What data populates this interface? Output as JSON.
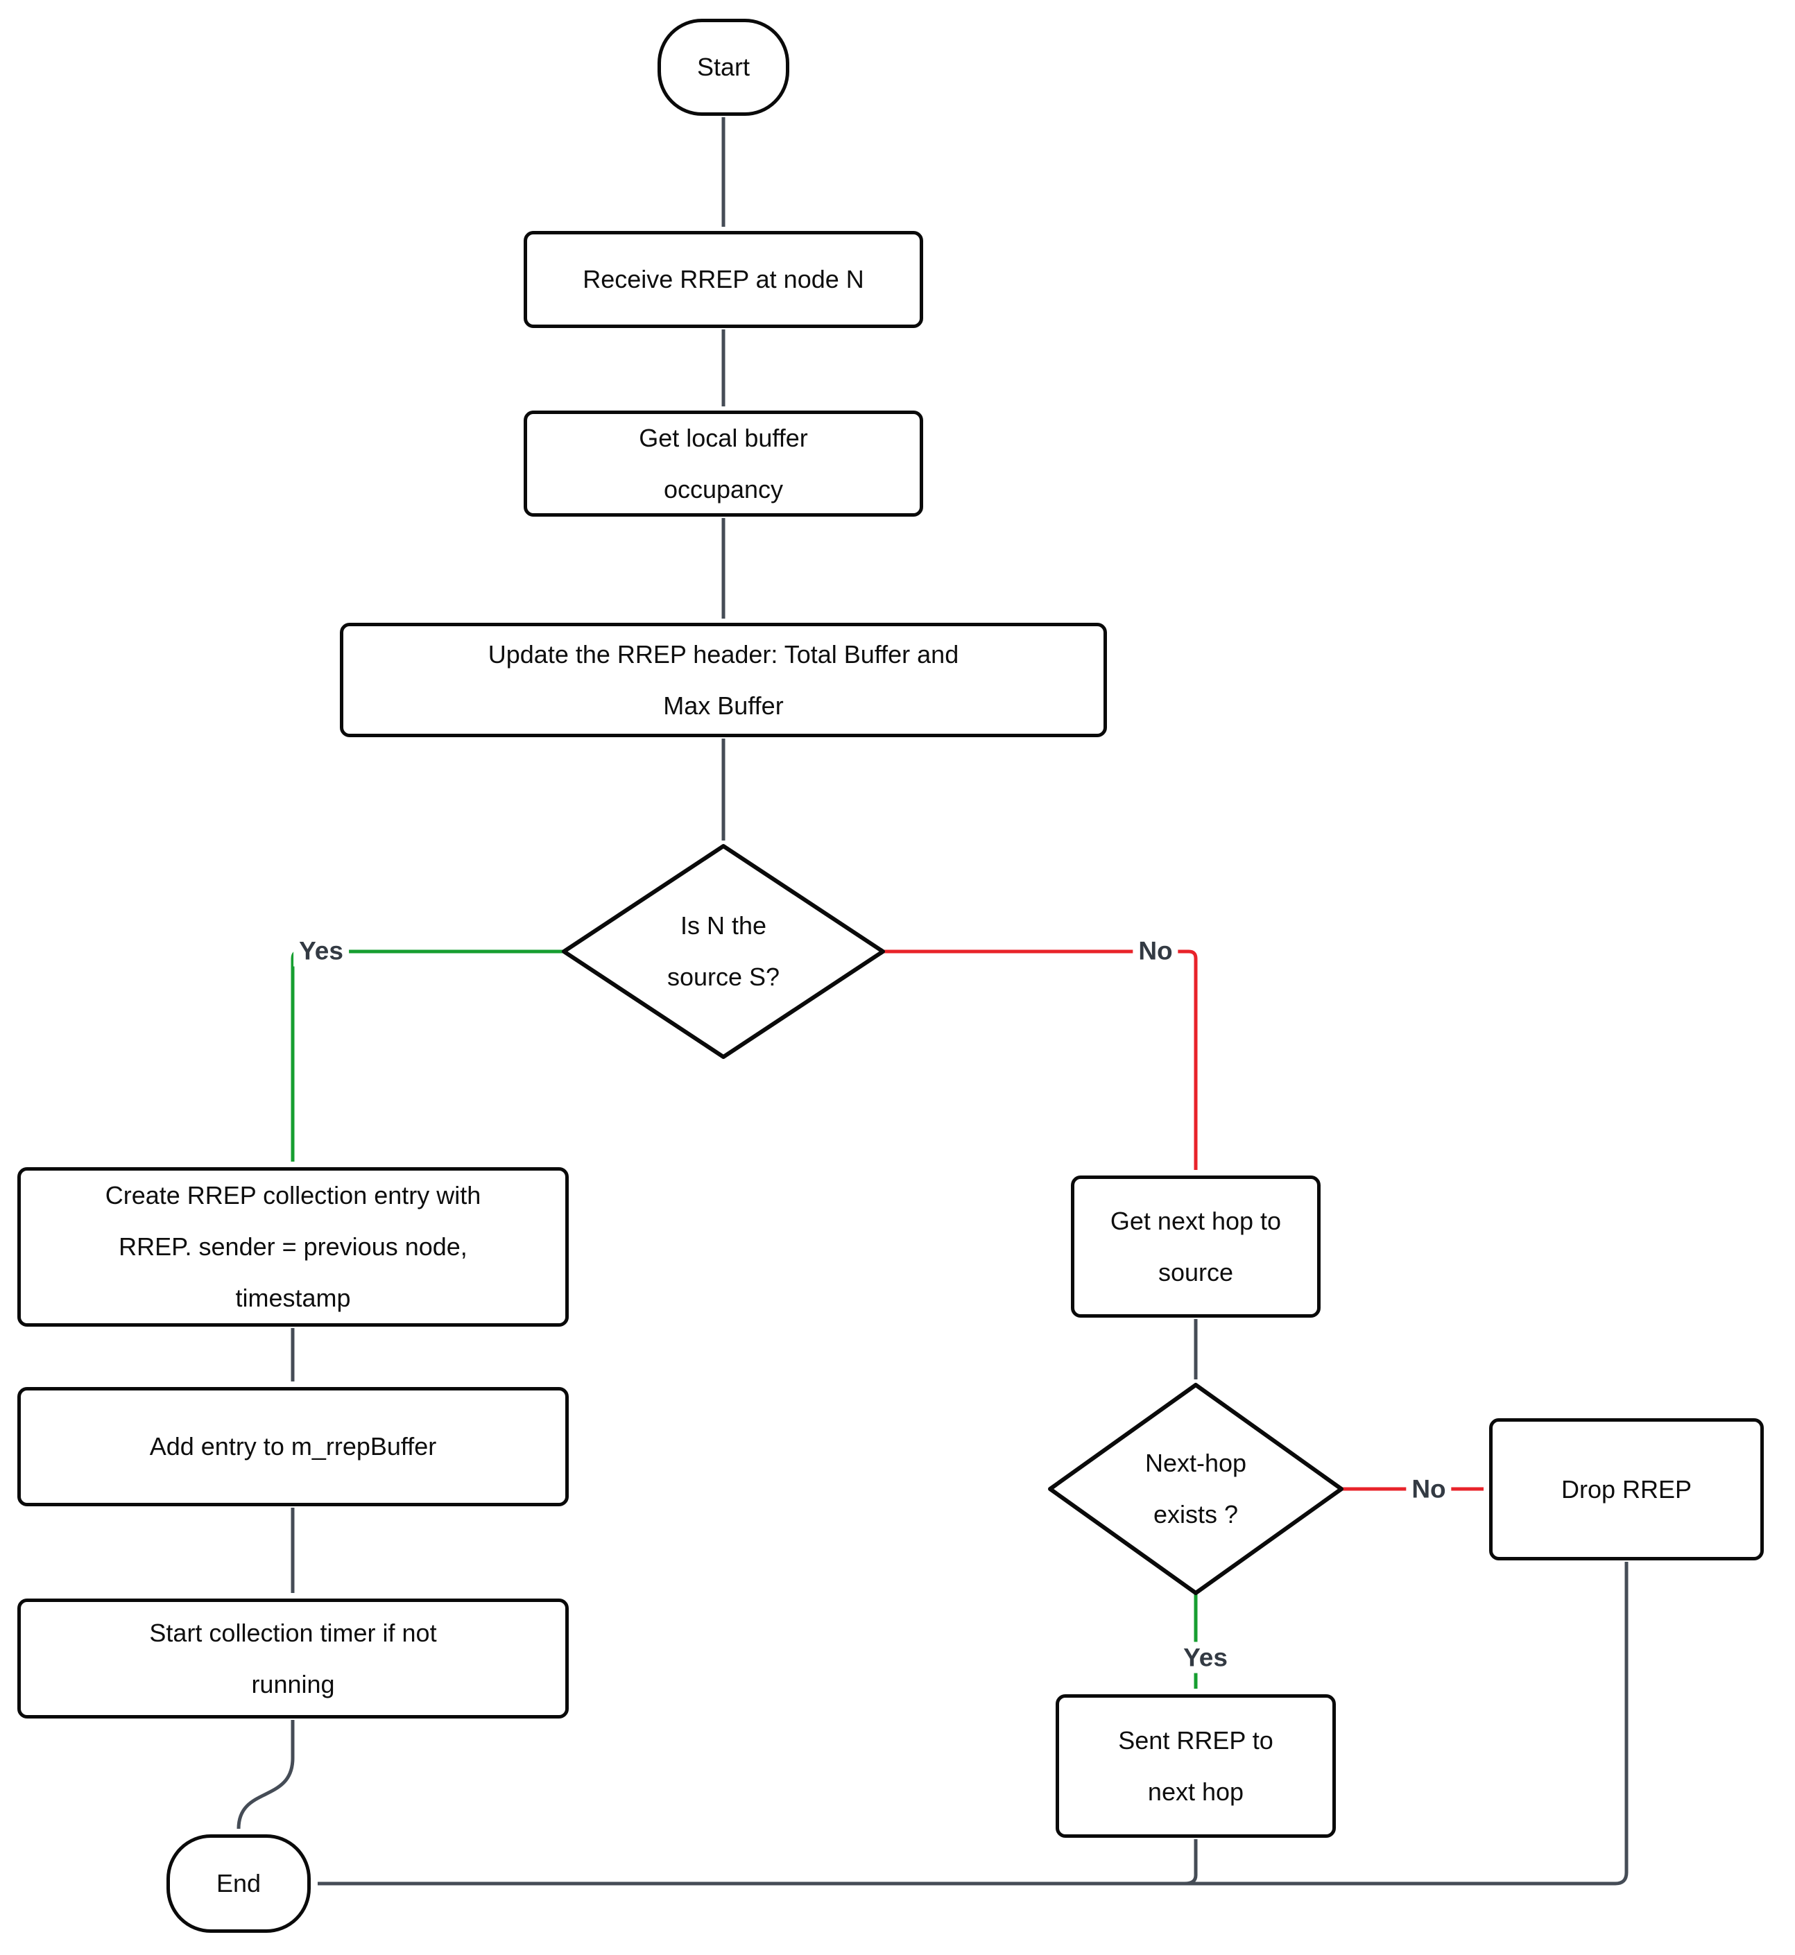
{
  "diagram": {
    "type": "flowchart",
    "background": "#ffffff",
    "colors": {
      "edge_default": "#454c56",
      "edge_yes": "#169e30",
      "edge_no": "#e8232a",
      "node_border": "#0a0a0a",
      "node_fill": "#ffffff",
      "node_text": "#0e0e0e",
      "edge_label_text": "#333a43"
    },
    "nodes": {
      "start": {
        "shape": "stadium",
        "label": "Start"
      },
      "receive": {
        "shape": "rect",
        "label": "Receive RREP at node N"
      },
      "get_local": {
        "shape": "rect",
        "label": "Get local buffer\noccupancy"
      },
      "update_header": {
        "shape": "rect",
        "label": "Update the RREP header: Total Buffer and\nMax Buffer"
      },
      "is_source": {
        "shape": "diamond",
        "label": "Is N the\nsource S?"
      },
      "create_entry": {
        "shape": "rect",
        "label": "Create RREP collection entry with\nRREP. sender = previous node,\ntimestamp"
      },
      "add_entry": {
        "shape": "rect",
        "label": "Add entry to m_rrepBuffer"
      },
      "start_timer": {
        "shape": "rect",
        "label": "Start collection timer if not\nrunning"
      },
      "get_next_hop": {
        "shape": "rect",
        "label": "Get next hop to\nsource"
      },
      "next_hop_exists": {
        "shape": "diamond",
        "label": "Next-hop\nexists ?"
      },
      "drop_rrep": {
        "shape": "rect",
        "label": "Drop RREP"
      },
      "sent_rrep": {
        "shape": "rect",
        "label": "Sent RREP to\nnext hop"
      },
      "end": {
        "shape": "stadium",
        "label": "End"
      }
    },
    "edge_labels": {
      "yes1": "Yes",
      "no1": "No",
      "yes2": "Yes",
      "no2": "No"
    },
    "edges": [
      {
        "from": "start",
        "to": "receive",
        "label": ""
      },
      {
        "from": "receive",
        "to": "get_local",
        "label": ""
      },
      {
        "from": "get_local",
        "to": "update_header",
        "label": ""
      },
      {
        "from": "update_header",
        "to": "is_source",
        "label": ""
      },
      {
        "from": "is_source",
        "to": "create_entry",
        "label": "Yes"
      },
      {
        "from": "is_source",
        "to": "get_next_hop",
        "label": "No"
      },
      {
        "from": "create_entry",
        "to": "add_entry",
        "label": ""
      },
      {
        "from": "add_entry",
        "to": "start_timer",
        "label": ""
      },
      {
        "from": "start_timer",
        "to": "end",
        "label": ""
      },
      {
        "from": "get_next_hop",
        "to": "next_hop_exists",
        "label": ""
      },
      {
        "from": "next_hop_exists",
        "to": "sent_rrep",
        "label": "Yes"
      },
      {
        "from": "next_hop_exists",
        "to": "drop_rrep",
        "label": "No"
      },
      {
        "from": "sent_rrep",
        "to": "end",
        "label": ""
      },
      {
        "from": "drop_rrep",
        "to": "end",
        "label": ""
      }
    ]
  }
}
